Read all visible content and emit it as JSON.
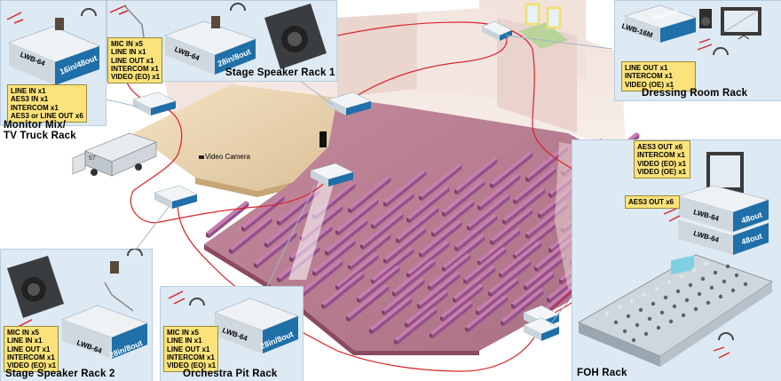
{
  "racks": {
    "monitor_mix": {
      "title_line1": "Monitor Mix/",
      "title_line2": "TV Truck Rack",
      "unit_model": "LWB-64",
      "unit_io": "16in/48out",
      "spec": [
        "LINE IN x1",
        "AES3 IN x1",
        "INTERCOM x1",
        "AES3 or LINE OUT x6"
      ]
    },
    "stage_speaker_1": {
      "title": "Stage Speaker Rack 1",
      "unit_model": "LWB-64",
      "unit_io": "28in/8out",
      "spec": [
        "MIC IN x5",
        "LINE IN x1",
        "LINE OUT x1",
        "INTERCOM x1",
        "VIDEO (EO) x1"
      ]
    },
    "dressing_room": {
      "title": "Dressing Room Rack",
      "unit_model": "LWB-16M",
      "unit_io": "4in/4out",
      "spec": [
        "LINE OUT x1",
        "INTERCOM x1",
        "VIDEO (OE) x1"
      ]
    },
    "foh": {
      "title": "FOH Rack",
      "unit_model_top": "LWB-64",
      "unit_io_top": "48out",
      "unit_model_bottom": "LWB-64",
      "unit_io_bottom": "48out",
      "spec_main": [
        "AES3 OUT x6",
        "INTERCOM x1",
        "VIDEO (EO) x1",
        "VIDEO (OE) x1"
      ],
      "spec_aes": "AES3 OUT x6"
    },
    "stage_speaker_2": {
      "title": "Stage Speaker Rack 2",
      "unit_model": "LWB-64",
      "unit_io": "28in/8out",
      "spec": [
        "MIC IN x5",
        "LINE IN x1",
        "LINE OUT x1",
        "INTERCOM x1",
        "VIDEO (EO) x1"
      ]
    },
    "orchestra_pit": {
      "title": "Orchestra Pit Rack",
      "unit_model": "LWB-64",
      "unit_io": "28in/8out",
      "spec": [
        "MIC IN x5",
        "LINE IN x1",
        "LINE OUT x1",
        "INTERCOM x1",
        "VIDEO (EO) x1"
      ]
    }
  },
  "labels": {
    "video_camera": "Video Camera"
  },
  "colors": {
    "panel_bg": "#dde9f3",
    "spec_bg": "#fbe27a",
    "unit_top": "#e9eef2",
    "unit_face": "#1f6fa8",
    "seat": "#a55a8f",
    "floor": "#b97f92",
    "fiber_red": "#d8232a",
    "stage_wood": "#e8d2ae"
  }
}
